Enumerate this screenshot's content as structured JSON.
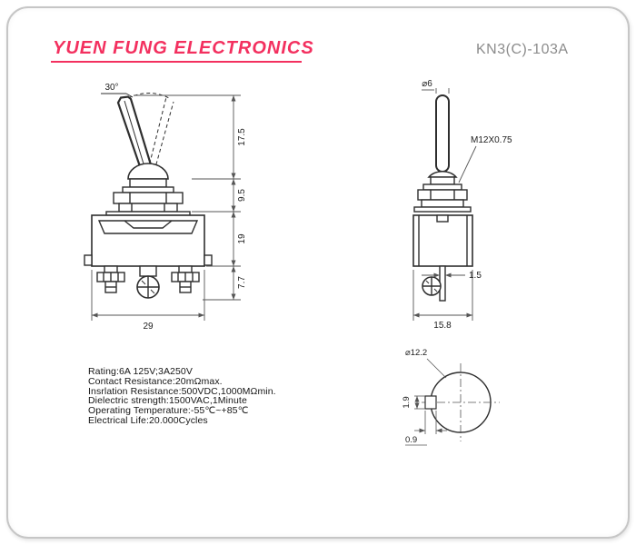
{
  "header": {
    "brand": "YUEN FUNG ELECTRONICS",
    "part_number": "KN3(C)-103A"
  },
  "front_view": {
    "angle": "30°",
    "dims": {
      "lever_height": "17.5",
      "bushing_height": "9.5",
      "body_height": "19",
      "terminal_height": "7.7",
      "body_width": "29"
    }
  },
  "side_view": {
    "lever_diameter": "⌀6",
    "thread": "M12X0.75",
    "terminal_thickness": "1.5",
    "body_width": "15.8"
  },
  "panel_cutout": {
    "diameter": "⌀12.2",
    "key_height": "1.9",
    "key_depth": "0.9"
  },
  "specs": {
    "lines": [
      "Rating:6A 125V;3A250V",
      "Contact Resistance:20mΩmax.",
      "Insrlation Resistance:500VDC,1000MΩmin.",
      "Dielectric strength:1500VAC,1Minute",
      "Operating Temperature:-55℃~+85℃",
      "Electrical Life:20.000Cycles"
    ]
  },
  "colors": {
    "brand": "#f3305f",
    "part_number": "#8c8c8c"
  }
}
